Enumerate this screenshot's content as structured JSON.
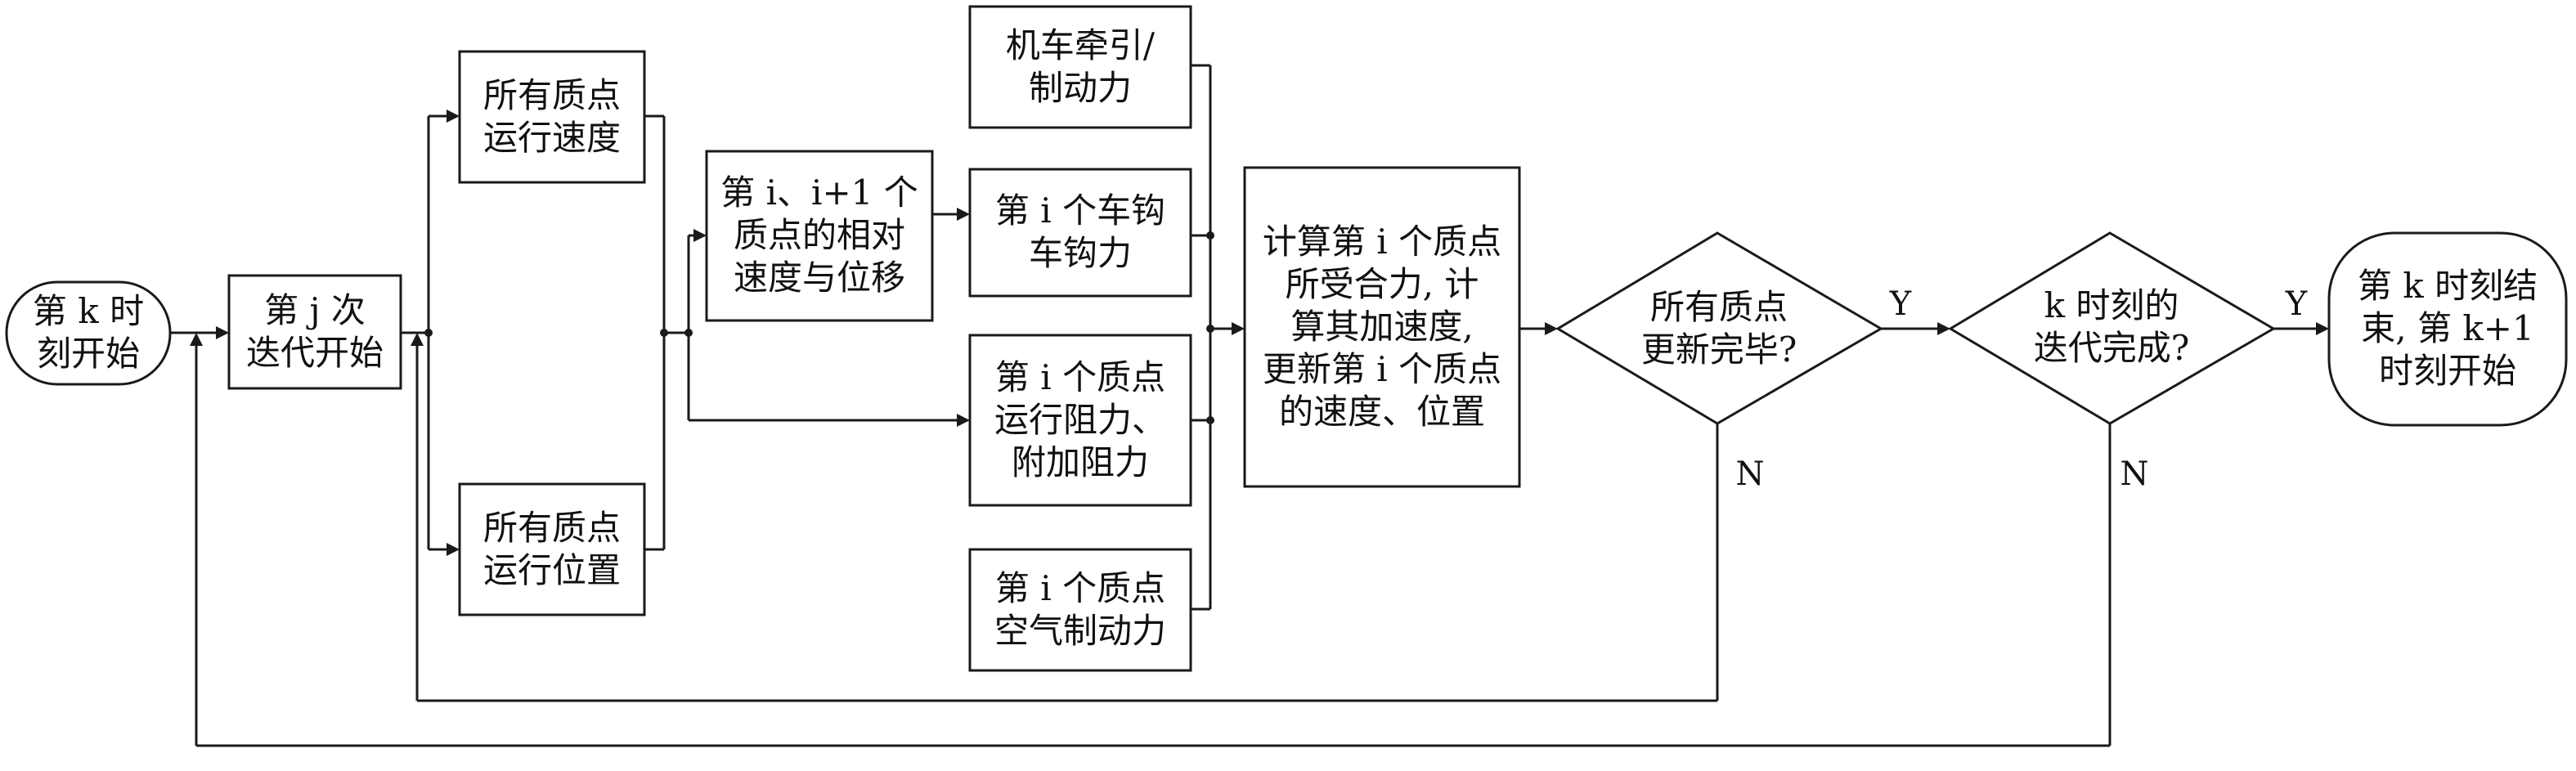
{
  "nodes": {
    "start_k": [
      "第 k 时",
      "刻开始"
    ],
    "start_j": [
      "第 j 次",
      "迭代开始"
    ],
    "velocity": [
      "所有质点",
      "运行速度"
    ],
    "position": [
      "所有质点",
      "运行位置"
    ],
    "relative": [
      "第 i、i+1 个",
      "质点的相对",
      "速度与位移"
    ],
    "traction": [
      "机车牵引/",
      "制动力"
    ],
    "coupler": [
      "第 i 个车钩",
      "车钩力"
    ],
    "resistance": [
      "第 i 个质点",
      "运行阻力、",
      "附加阻力"
    ],
    "air_brake": [
      "第 i 个质点",
      "空气制动力"
    ],
    "compute": [
      "计算第 i 个质点",
      "所受合力, 计",
      "算其加速度,",
      "更新第 i 个质点",
      "的速度、位置"
    ],
    "decision_all": [
      "所有质点",
      "更新完毕?"
    ],
    "decision_k": [
      "k 时刻的",
      "迭代完成?"
    ],
    "end_k": [
      "第 k 时刻结",
      "束, 第 k+1",
      "时刻开始"
    ]
  },
  "edge_labels": {
    "yes1": "Y",
    "yes2": "Y",
    "no1": "N",
    "no2": "N"
  }
}
